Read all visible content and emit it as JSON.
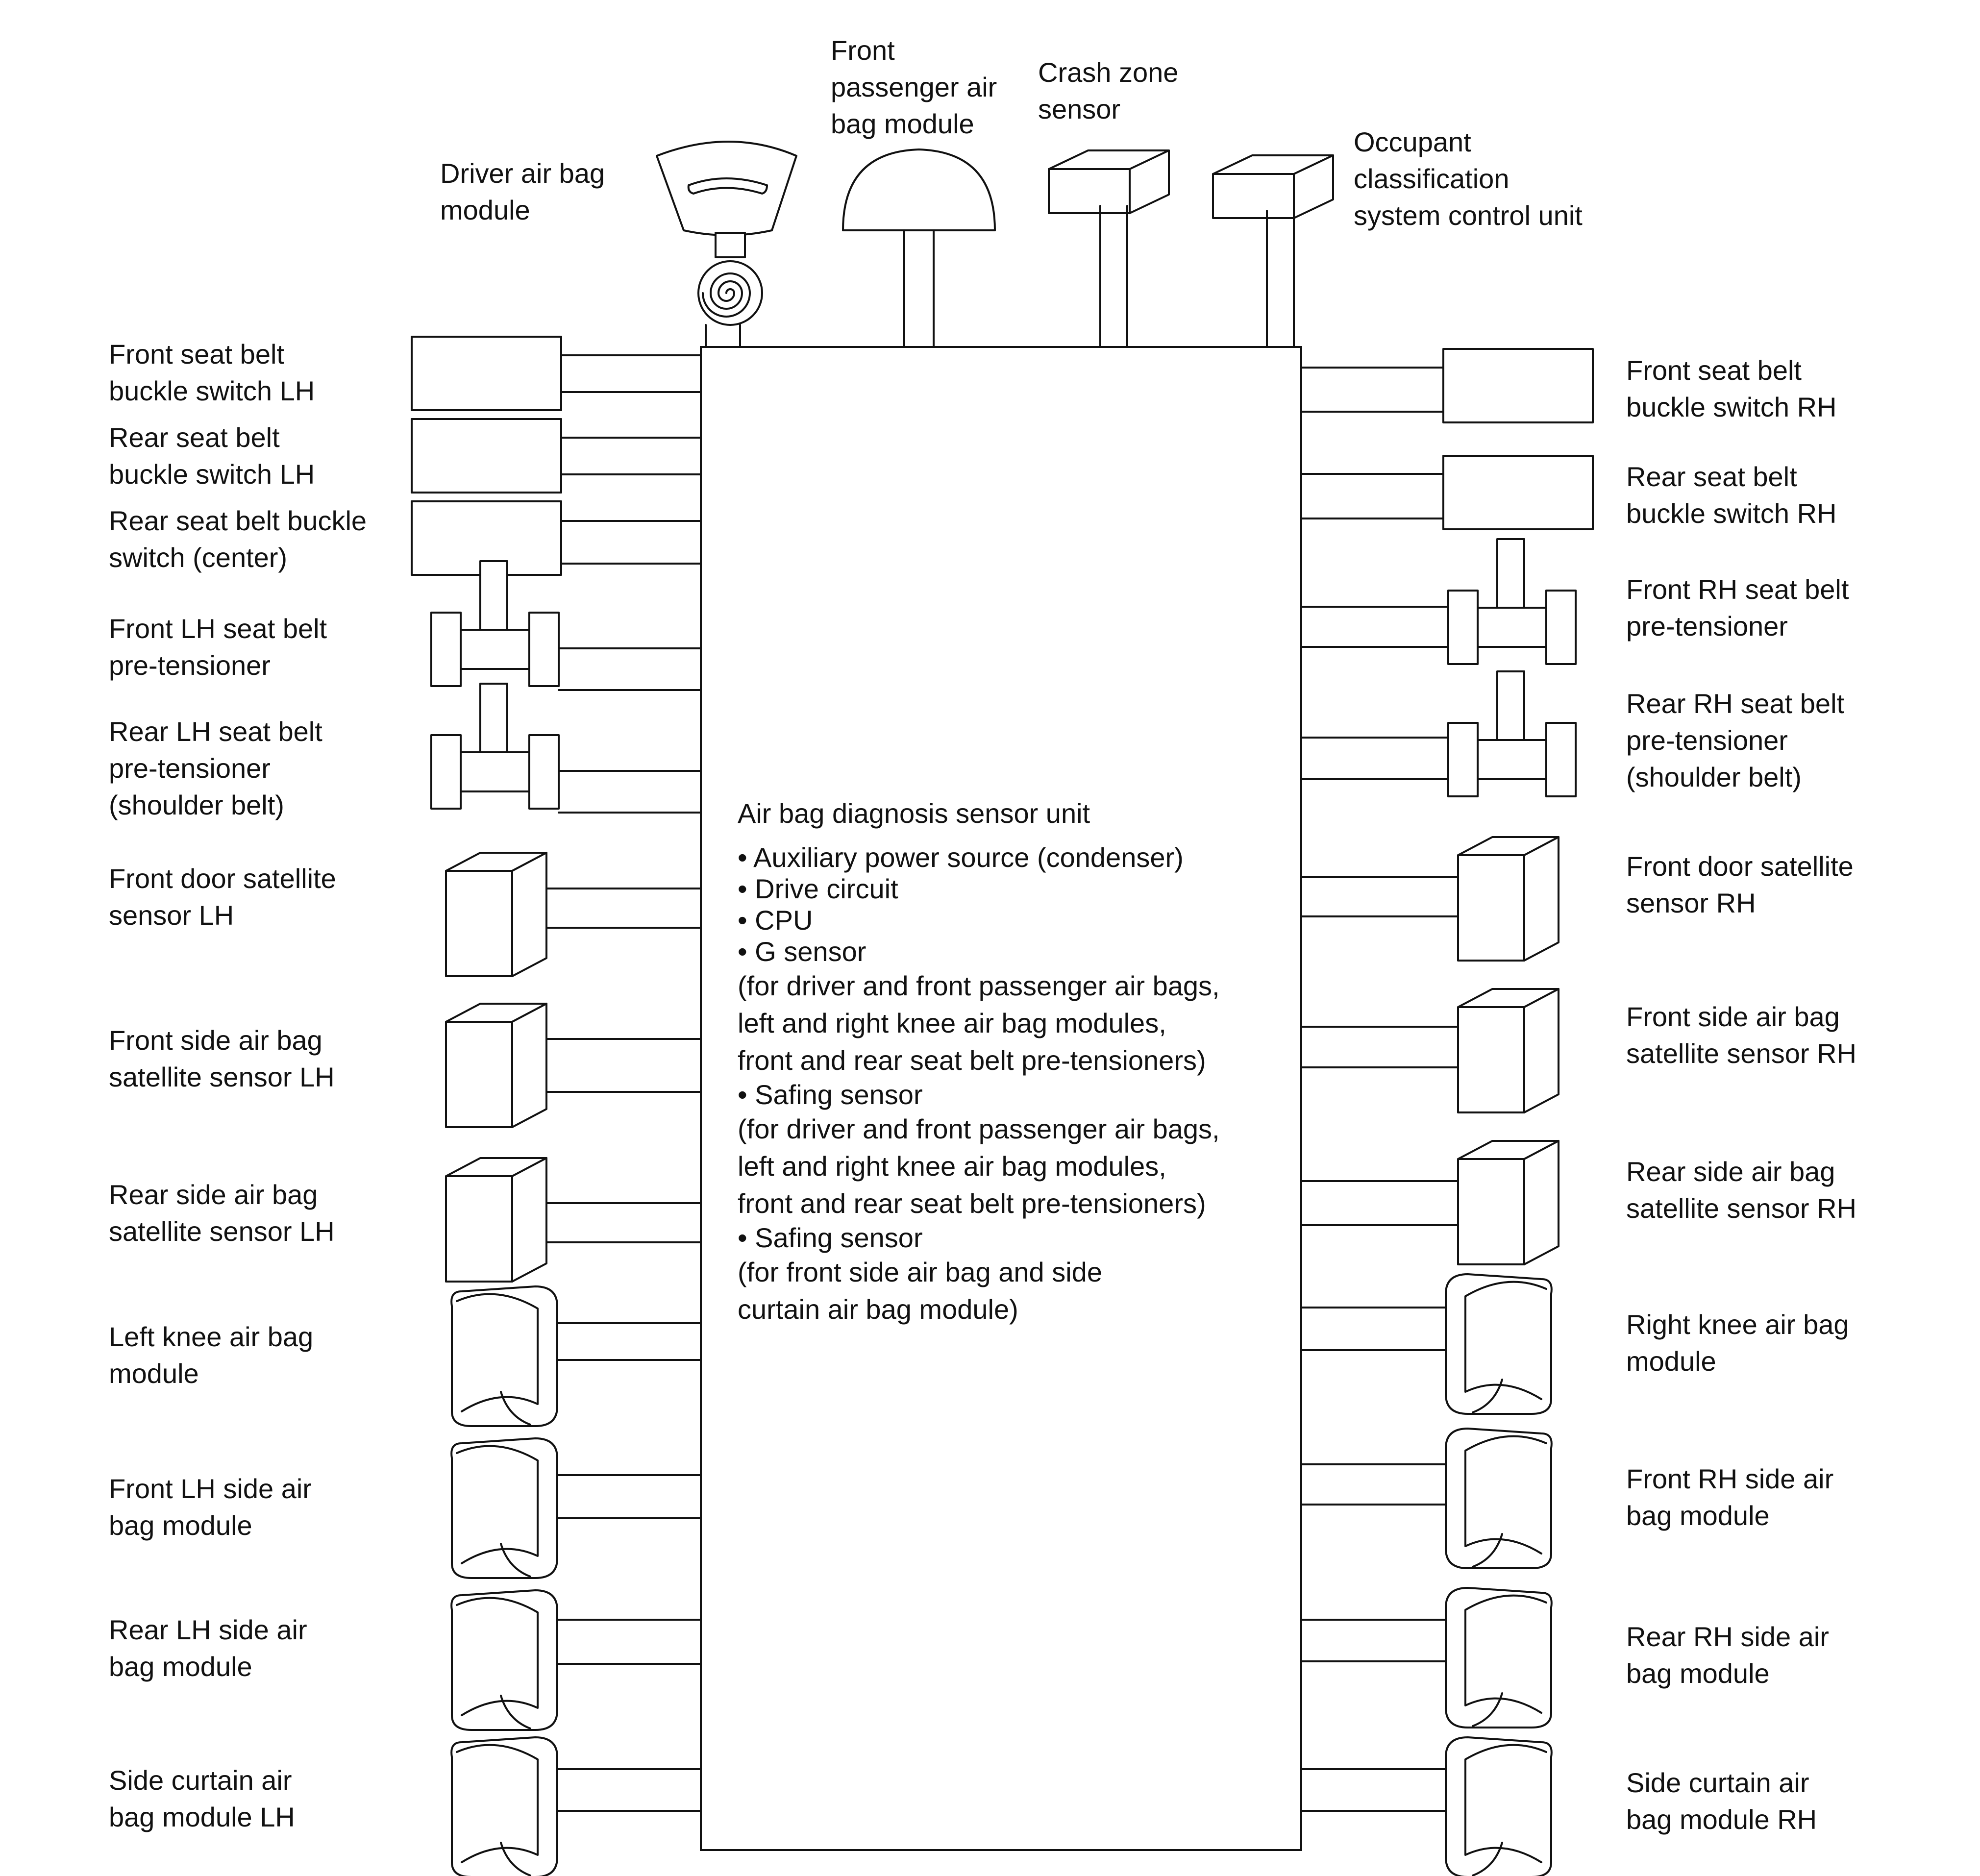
{
  "diagram": {
    "unit": {
      "title": "Air bag diagnosis sensor unit",
      "items": [
        {
          "bullet": "• Auxiliary power source (condenser)",
          "note": []
        },
        {
          "bullet": "• Drive circuit",
          "note": []
        },
        {
          "bullet": "• CPU",
          "note": []
        },
        {
          "bullet": "• G sensor",
          "note": [
            "(for driver and front passenger air bags,",
            "left and right knee air bag modules,",
            "front and rear seat belt pre-tensioners)"
          ]
        },
        {
          "bullet": "• Safing sensor",
          "note": [
            "(for driver and front passenger air bags,",
            "left and right knee air bag modules,",
            "front and rear seat belt pre-tensioners)"
          ]
        },
        {
          "bullet": "• Safing sensor",
          "note": [
            "(for front side air bag and side",
            "curtain air bag module)"
          ]
        }
      ]
    },
    "top": [
      {
        "label": "Driver air bag\nmodule",
        "icon": "steering-wheel-airbag-icon"
      },
      {
        "label": "Front\npassenger air\nbag module",
        "icon": "dome-airbag-icon"
      },
      {
        "label": "Crash zone\nsensor",
        "icon": "box-sensor-icon"
      },
      {
        "label": "Occupant\nclassification\nsystem control unit",
        "icon": "box-sensor-icon"
      }
    ],
    "left": [
      {
        "label": "Front seat belt\nbuckle switch LH",
        "icon": "buckle-switch-icon"
      },
      {
        "label": "Rear seat belt\nbuckle switch LH",
        "icon": "buckle-switch-icon"
      },
      {
        "label": "Rear seat belt buckle\nswitch (center)",
        "icon": "buckle-switch-icon"
      },
      {
        "label": "Front LH seat belt\npre-tensioner",
        "icon": "pretensioner-icon"
      },
      {
        "label": "Rear LH seat belt\npre-tensioner\n(shoulder belt)",
        "icon": "pretensioner-icon"
      },
      {
        "label": "Front door satellite\nsensor LH",
        "icon": "satellite-sensor-icon"
      },
      {
        "label": "Front side air bag\nsatellite sensor LH",
        "icon": "satellite-sensor-icon"
      },
      {
        "label": "Rear side air bag\nsatellite sensor LH",
        "icon": "satellite-sensor-icon"
      },
      {
        "label": "Left knee air bag\nmodule",
        "icon": "airbag-module-icon"
      },
      {
        "label": "Front LH side air\nbag module",
        "icon": "airbag-module-icon"
      },
      {
        "label": "Rear LH side air\nbag module",
        "icon": "airbag-module-icon"
      },
      {
        "label": "Side curtain air\nbag module LH",
        "icon": "airbag-module-icon"
      }
    ],
    "right": [
      {
        "label": "Front seat belt\nbuckle switch RH",
        "icon": "buckle-switch-icon"
      },
      {
        "label": "Rear seat belt\nbuckle switch RH",
        "icon": "buckle-switch-icon"
      },
      {
        "label": "Front RH seat belt\npre-tensioner",
        "icon": "pretensioner-icon"
      },
      {
        "label": "Rear RH seat belt\npre-tensioner\n(shoulder belt)",
        "icon": "pretensioner-icon"
      },
      {
        "label": "Front door satellite\nsensor RH",
        "icon": "satellite-sensor-icon"
      },
      {
        "label": "Front side air bag\nsatellite sensor RH",
        "icon": "satellite-sensor-icon"
      },
      {
        "label": "Rear side air bag\nsatellite sensor RH",
        "icon": "satellite-sensor-icon"
      },
      {
        "label": "Right knee air bag\nmodule",
        "icon": "airbag-module-icon"
      },
      {
        "label": "Front RH side air\nbag module",
        "icon": "airbag-module-icon"
      },
      {
        "label": "Rear RH side air\nbag module",
        "icon": "airbag-module-icon"
      },
      {
        "label": "Side curtain air\nbag module RH",
        "icon": "airbag-module-icon"
      }
    ],
    "colors": {
      "line": "#111111",
      "background": "#ffffff"
    }
  }
}
